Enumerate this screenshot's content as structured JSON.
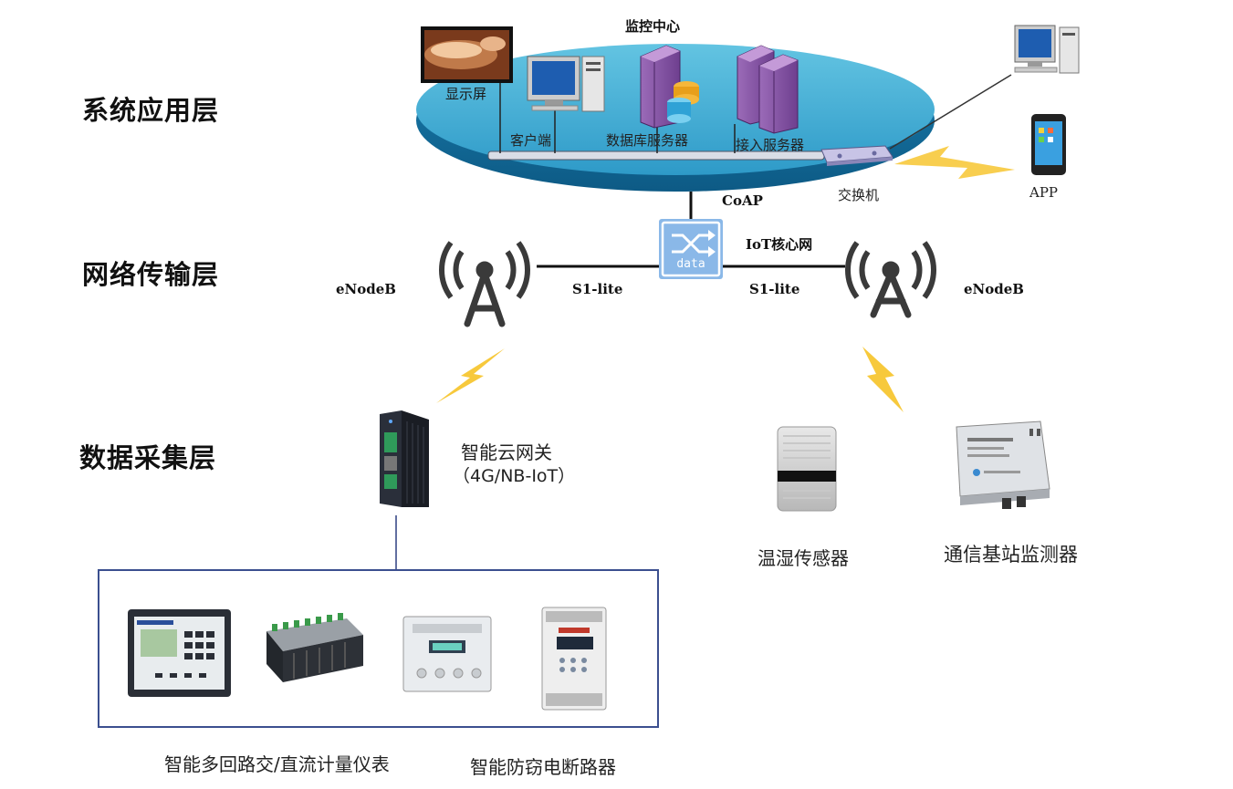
{
  "layers": {
    "application": "系统应用层",
    "network": "网络传输层",
    "collection": "数据采集层"
  },
  "monitor_center": {
    "title": "监控中心",
    "display": "显示屏",
    "client": "客户端",
    "db_server": "数据库服务器",
    "access_server": "接入服务器"
  },
  "switch_label": "交换机",
  "app_label": "APP",
  "coap_label": "CoAP",
  "iot_core_label": "IoT核心网",
  "data_icon_text": "data",
  "enodeb_left": "eNodeB",
  "enodeb_right": "eNodeB",
  "s1_left": "S1-lite",
  "s1_right": "S1-lite",
  "gateway": {
    "name": "智能云网关",
    "spec": "（4G/NB-IoT）"
  },
  "sensor_label": "温湿传感器",
  "base_monitor_label": "通信基站监测器",
  "meter_label": "智能多回路交/直流计量仪表",
  "breaker_label": "智能防窃电断路器",
  "colors": {
    "ellipse_top": "#4fb3d6",
    "ellipse_side": "#1a7fb0",
    "lightning": "#f7c93c",
    "data_icon": "#8ab8e8",
    "box_border": "#3b4f8f"
  }
}
